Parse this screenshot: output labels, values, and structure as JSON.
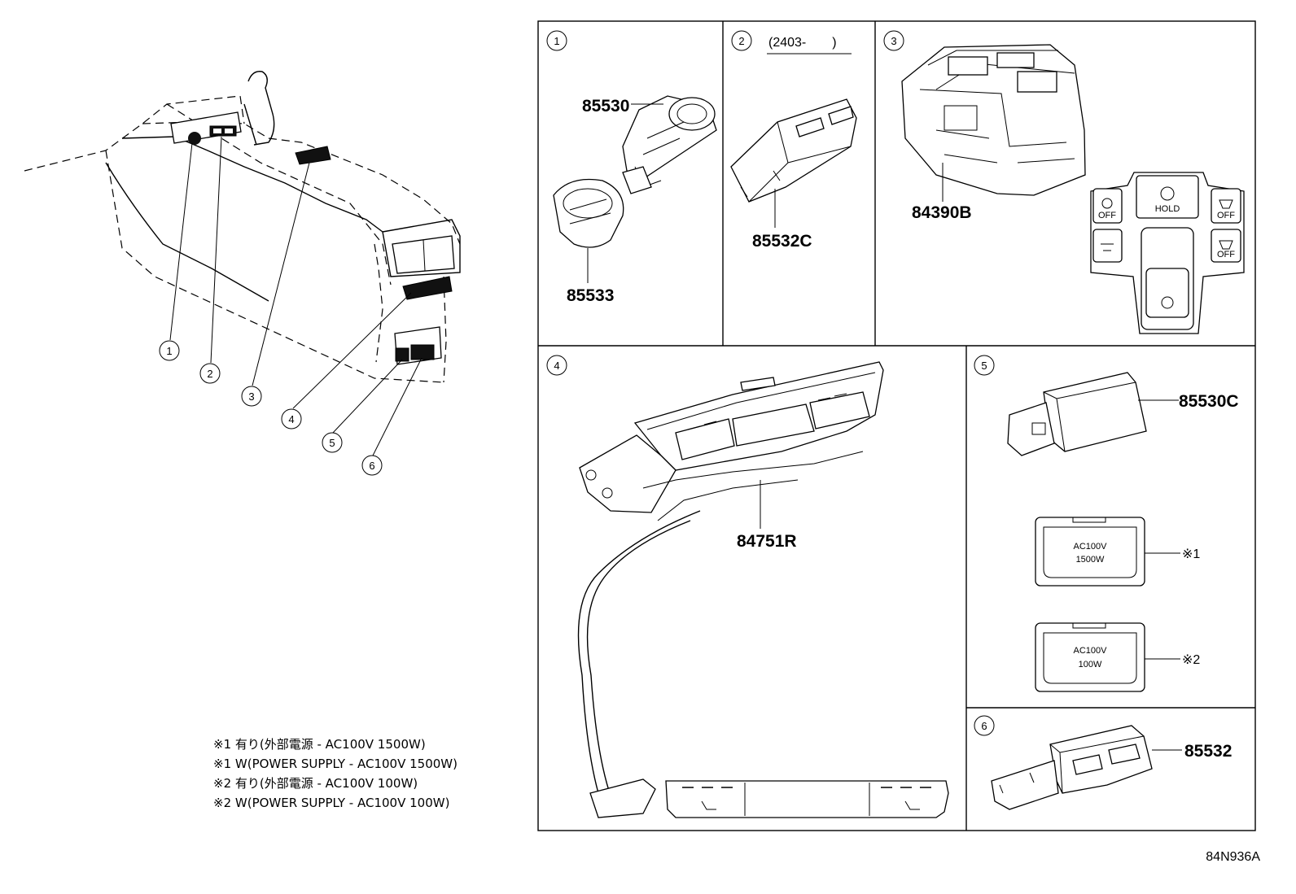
{
  "callouts": [
    "1",
    "2",
    "3",
    "4",
    "5",
    "6"
  ],
  "panels": {
    "p1": {
      "num": "1",
      "parts": [
        "85530",
        "85533"
      ]
    },
    "p2": {
      "num": "2",
      "date_range": "(2403-　　)",
      "parts": [
        "85532C"
      ]
    },
    "p3": {
      "num": "3",
      "parts": [
        "84390B"
      ],
      "switch_labels": [
        "OFF",
        "HOLD",
        "OFF",
        "OFF"
      ]
    },
    "p4": {
      "num": "4",
      "parts": [
        "84751R"
      ]
    },
    "p5": {
      "num": "5",
      "parts": [
        "85530C"
      ],
      "outlet1": {
        "line1": "AC100V",
        "line2": "1500W",
        "ref": "※1"
      },
      "outlet2": {
        "line1": "AC100V",
        "line2": "100W",
        "ref": "※2"
      }
    },
    "p6": {
      "num": "6",
      "parts": [
        "85532"
      ]
    }
  },
  "notes": [
    "※1 有り(外部電源 - AC100V 1500W)",
    "※1 W(POWER SUPPLY - AC100V 1500W)",
    "※2 有り(外部電源 - AC100V 100W)",
    "※2 W(POWER SUPPLY - AC100V 100W)"
  ],
  "diagram_code": "84N936A"
}
